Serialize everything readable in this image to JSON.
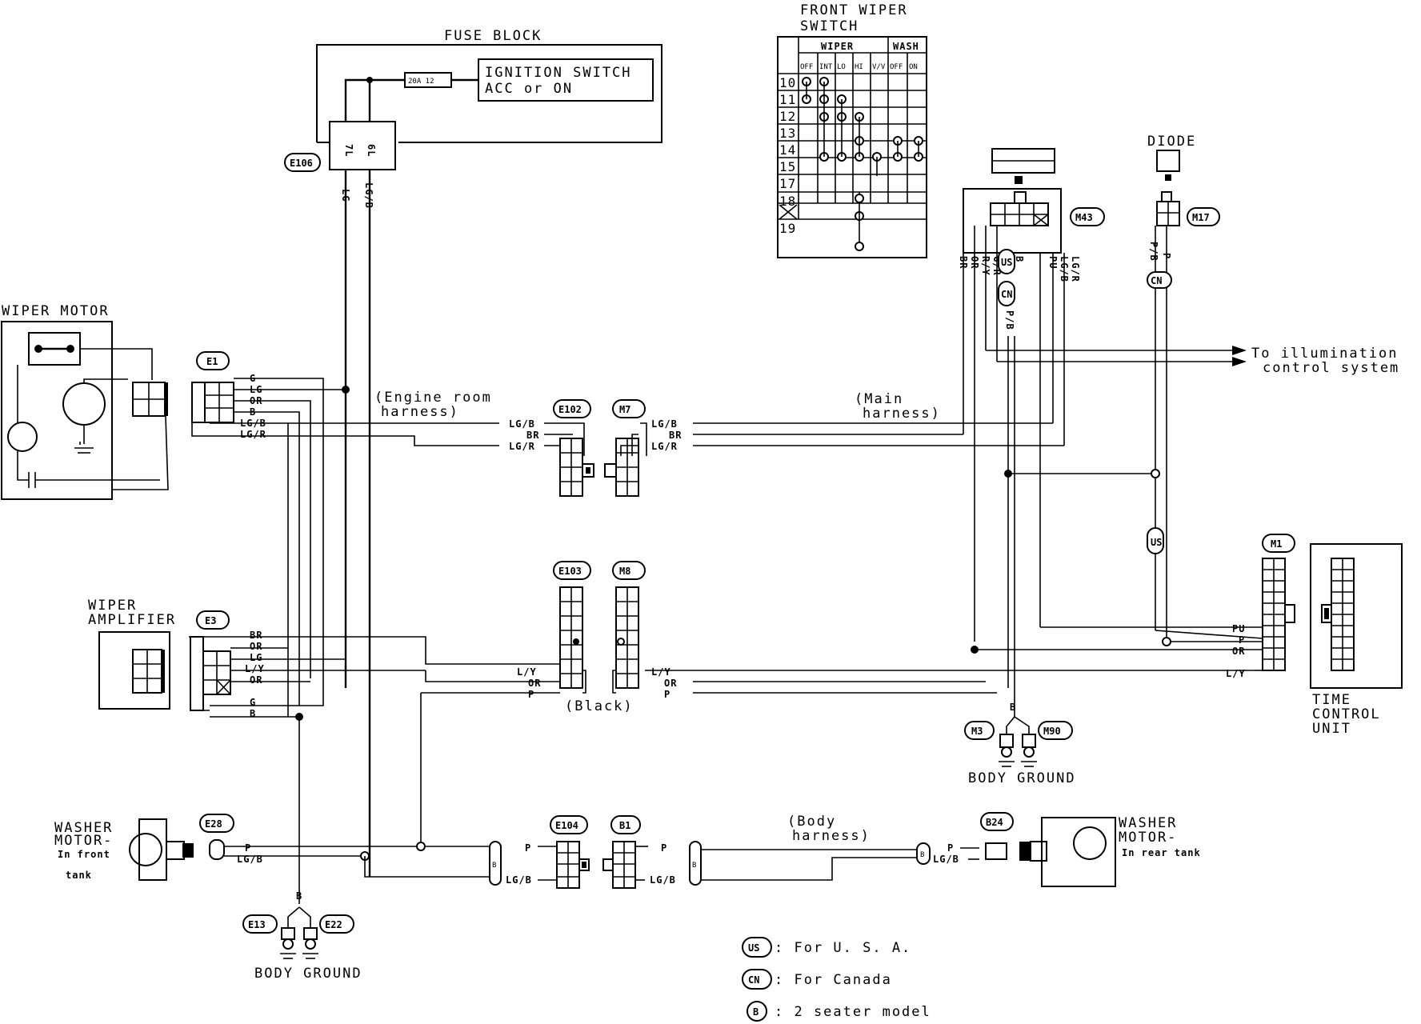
{
  "labels": {
    "fuse_block": "FUSE BLOCK",
    "fuse": "20A 12",
    "ign_1": "IGNITION SWITCH",
    "ign_2": "ACC or ON",
    "e106": "E106",
    "pin_7l": "7L",
    "pin_6l": "6L",
    "wire_lg": "LG",
    "wire_lgb": "LG/B",
    "wiper_motor": "WIPER MOTOR",
    "wiper_amp_1": "WIPER",
    "wiper_amp_2": "AMPLIFIER",
    "washer_front_1": "WASHER",
    "washer_front_2": "MOTOR-",
    "washer_front_3": "In front",
    "washer_front_4": "tank",
    "washer_rear_1": "WASHER",
    "washer_rear_2": "MOTOR-",
    "washer_rear_3": "In rear tank",
    "engine_room_1": "(Engine room",
    "engine_room_2": "harness)",
    "main_1": "(Main",
    "main_2": "harness)",
    "body_h_1": "(Body",
    "body_h_2": "harness)",
    "black": "(Black)",
    "to_illum_1": "To illumination",
    "to_illum_2": "control system",
    "time_unit_1": "TIME",
    "time_unit_2": "CONTROL",
    "time_unit_3": "UNIT",
    "body_ground": "BODY GROUND",
    "body_ground_2": "BODY GROUND",
    "diode": "DIODE",
    "fws_1": "FRONT WIPER",
    "fws_2": "SWITCH"
  },
  "connectors": {
    "e1": "E1",
    "e3": "E3",
    "e13": "E13",
    "e22": "E22",
    "e28": "E28",
    "e102": "E102",
    "m7": "M7",
    "e103": "E103",
    "m8": "M8",
    "e104": "E104",
    "b1": "B1",
    "b24": "B24",
    "m43": "M43",
    "m17": "M17",
    "m1": "M1",
    "m3": "M3",
    "m90": "M90"
  },
  "wires": {
    "e1": [
      "G",
      "LG",
      "OR",
      "B",
      "LG/B",
      "LG/R"
    ],
    "e3": [
      "BR",
      "OR",
      "LG",
      "L/Y",
      "OR",
      "G",
      "B"
    ],
    "e102": [
      "LG/B",
      "BR",
      "LG/R"
    ],
    "m7": [
      "LG/B",
      "BR",
      "LG/R"
    ],
    "e103": [
      "L/Y",
      "OR",
      "P"
    ],
    "m8": [
      "L/Y",
      "OR",
      "P"
    ],
    "m1": [
      "PU",
      "P",
      "OR",
      "L/Y"
    ],
    "e28": [
      "P",
      "LG/B"
    ],
    "e104": [
      "P",
      "LG/B"
    ],
    "b1": [
      "P",
      "LG/B"
    ],
    "b24": [
      "P",
      "LG/B"
    ],
    "m43": [
      "BR",
      "OR",
      "R/Y",
      "G/R",
      "P",
      "B",
      "PU",
      "LG/B",
      "LG/R"
    ],
    "m43_low": "P/B",
    "m17": [
      "P/B",
      "P"
    ],
    "gnd_b": "B"
  },
  "switch": {
    "groups": [
      "WIPER",
      "WASH"
    ],
    "columns": [
      "OFF",
      "INT",
      "LO",
      "HI",
      "V/V",
      "OFF",
      "ON"
    ],
    "rows": [
      "10",
      "11",
      "12",
      "13",
      "14",
      "15",
      "17",
      "18",
      "",
      "19"
    ]
  },
  "legend": [
    {
      "tag": "US",
      "text": ": For U. S. A."
    },
    {
      "tag": "CN",
      "text": ": For Canada"
    },
    {
      "tag": "B",
      "text": ": 2 seater model"
    }
  ]
}
